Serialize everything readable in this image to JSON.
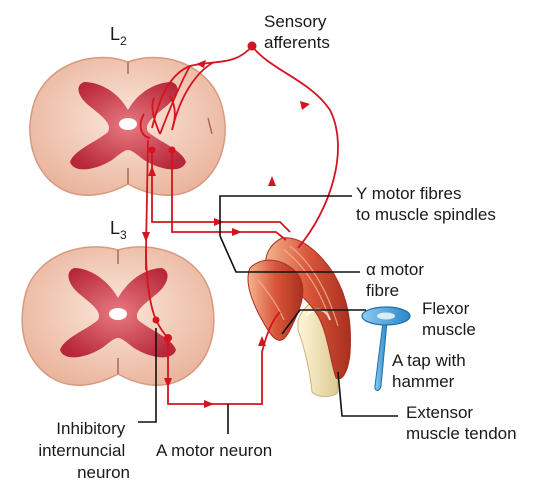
{
  "levels": {
    "upper": "L",
    "upper_sub": "2",
    "lower": "L",
    "lower_sub": "3"
  },
  "labels": {
    "sensory_1": "Sensory",
    "sensory_2": "afferents",
    "gamma_1": "Y motor fibres",
    "gamma_2": "to muscle spindles",
    "alpha_1": "α motor",
    "alpha_2": "fibre",
    "flexor_1": "Flexor",
    "flexor_2": "muscle",
    "tap_1": "A tap with",
    "tap_2": "hammer",
    "extensor_1": "Extensor",
    "extensor_2": "muscle tendon",
    "motor_neuron": "A motor neuron",
    "inhib_1": "Inhibitory",
    "inhib_2": "internuncial",
    "inhib_3": "neuron"
  },
  "colors": {
    "nerve": "#d4141e",
    "cord_outer": "#f2cdb8",
    "grey_matter": "#c83a48",
    "muscle": "#d9563a",
    "tendon": "#eedfb0",
    "hammer": "#3a9ad6",
    "leader": "#111111"
  },
  "icons": {
    "hammer": "reflex-hammer-icon",
    "muscle": "leg-muscle-icon"
  }
}
